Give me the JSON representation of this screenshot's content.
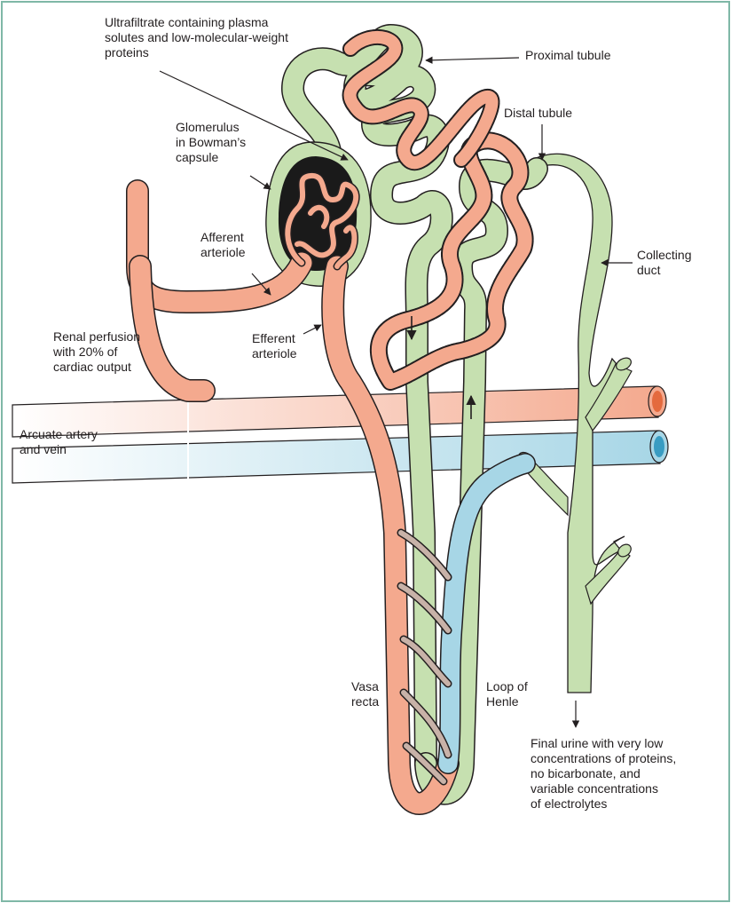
{
  "colors": {
    "frame": "#7fb8a7",
    "artery": "#f4a98e",
    "vein": "#a7d6e6",
    "tubule": "#c6e0b0",
    "outline": "#231f20",
    "glomerulus_fill": "#1a1a1a"
  },
  "labels": {
    "ultrafiltrate": [
      "Ultrafiltrate containing plasma",
      "solutes and low-molecular-weight",
      "proteins"
    ],
    "glomerulus": [
      "Glomerulus",
      "in Bowman’s",
      "capsule"
    ],
    "proximal": [
      "Proximal tubule"
    ],
    "distal": [
      "Distal tubule"
    ],
    "collecting": [
      "Collecting",
      "duct"
    ],
    "afferent": [
      "Afferent",
      "arteriole"
    ],
    "efferent": [
      "Efferent",
      "arteriole"
    ],
    "renal": [
      "Renal perfusion",
      "with 20% of",
      "cardiac output"
    ],
    "arcuate": [
      "Arcuate artery",
      "and vein"
    ],
    "vasa": [
      "Vasa",
      "recta"
    ],
    "loop": [
      "Loop of",
      "Henle"
    ],
    "final": [
      "Final urine with very low",
      "concentrations of proteins,",
      "no bicarbonate, and",
      "variable concentrations",
      "of electrolytes"
    ]
  }
}
